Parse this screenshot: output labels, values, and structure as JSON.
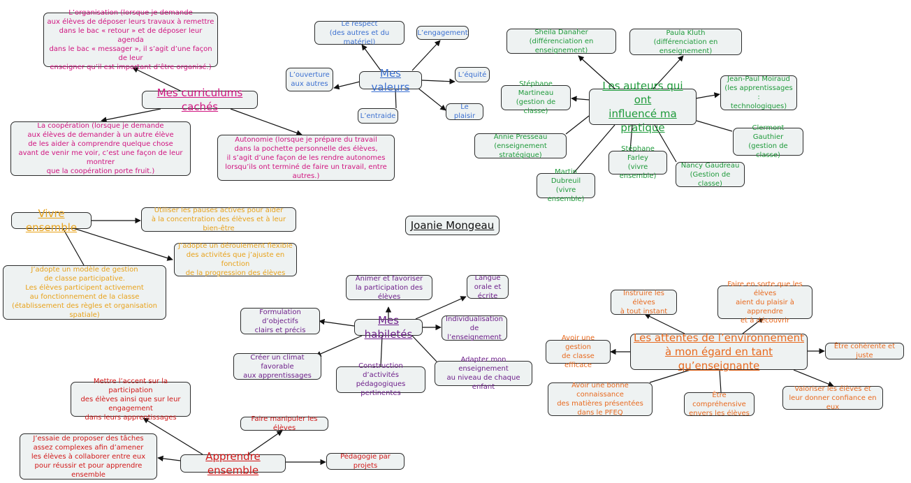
{
  "title": "Joanie Mongeau",
  "curriculums": {
    "hub": "Mes curriculums cachés",
    "items": [
      "L’organisation (lorsque je demande\naux élèves de déposer leurs travaux à remettre\ndans le bac « retour » et de déposer leur agenda\ndans le bac « messager », il s’agit d’une façon de leur\nenseigner qu’il est important d’être organisé.)",
      "La coopération (lorsque je demande\naux élèves de demander à un autre élève\nde les aider à comprendre quelque chose\navant de venir me voir, c’est une façon de leur montrer\nque la coopération porte fruit.)",
      "Autonomie (lorsque je prépare du travail\ndans la pochette personnelle des élèves,\nil s’agit d’une façon de les rendre autonomes\nlorsqu’ils ont terminé de faire un travail, entre autres.)"
    ]
  },
  "valeurs": {
    "hub": "Mes valeurs",
    "items": [
      "Le respect\n(des autres et du matériel)",
      "L’engagement",
      "L’ouverture\naux autres",
      "L’équité",
      "L’entraide",
      "Le plaisir"
    ]
  },
  "auteurs": {
    "hub": "Les auteurs qui ont\ninfluencé ma pratique",
    "items": [
      "Sheila Danaher\n(différenciation en enseignement)",
      "Paula Kluth\n(différenciation en enseignement)",
      "Stéphane Martineau\n(gestion de classe)",
      "Jean-Paul Moiraud\n(les apprentissages :\ntechnologiques)",
      "Annie Presseau\n(enseignement stratégique)",
      "Clermont Gauthier\n(gestion de classe)",
      "Stéphane Farley\n(vivre ensemble)",
      "Nancy Gaudreau\n(Gestion de classe)",
      "Martin Dubreuil\n(vivre ensemble)"
    ]
  },
  "vivre": {
    "hub": "Vivre ensemble",
    "items": [
      "Utiliser les pauses actives pour aider\nà la concentration des élèves et à leur bien-être",
      "J’adopte un déroulement flexible\ndes activités que j’ajuste en fonction\nde la progression des élèves",
      "J’adopte un modèle de gestion\nde classe participative.\nLes élèves participent activement\nau fonctionnement de la classe\n(établissement des règles et organisation spatiale)"
    ]
  },
  "habiletes": {
    "hub": "Mes habiletés",
    "items": [
      "Animer et favoriser\nla participation des élèves",
      "Langue\norale et écrite",
      "Formulation d’objectifs\nclairs et précis",
      "Individualisation\nde l’enseignement",
      "Créer un climat favorable\naux apprentissages",
      "Construction d’activités\npédagogiques pertinentes",
      "Adapter mon enseignement\nau niveau de chaque enfant"
    ]
  },
  "attentes": {
    "hub": "Les attentes de l’environnement\nà mon égard en tant qu’enseignante",
    "items": [
      "Instruire les élèves\nà tout instant",
      "Faire en sorte que les élèves\naient du plaisir à apprendre\net à découvrir",
      "Avoir une gestion\nde classe efficace",
      "Être cohérente et juste",
      "Avoir une bonne connaissance\ndes matières présentées\ndans le PFEQ",
      "Être compréhensive\nenvers les élèves",
      "Valoriser les élèves et\nleur donner confiance en eux"
    ]
  },
  "apprendre": {
    "hub": "Apprendre ensemble",
    "items": [
      "Mettre l’accent sur la participation\ndes élèves ainsi que sur leur engagement\ndans leurs apprentissages",
      "Faire manipuler les élèves",
      "J’essaie de proposer des tâches\nassez complexes afin d’amener\nles élèves à collaborer entre eux\npour réussir et  pour apprendre ensemble",
      "Pédagogie par projets"
    ]
  },
  "colors": {
    "pink": "#d0137f",
    "blue": "#3a6fd0",
    "green": "#1e9a3a",
    "yellow": "#e8a21a",
    "purple": "#6d1f8a",
    "orange": "#e8691e",
    "red": "#d11818",
    "node_fill": "#eef2f2"
  }
}
